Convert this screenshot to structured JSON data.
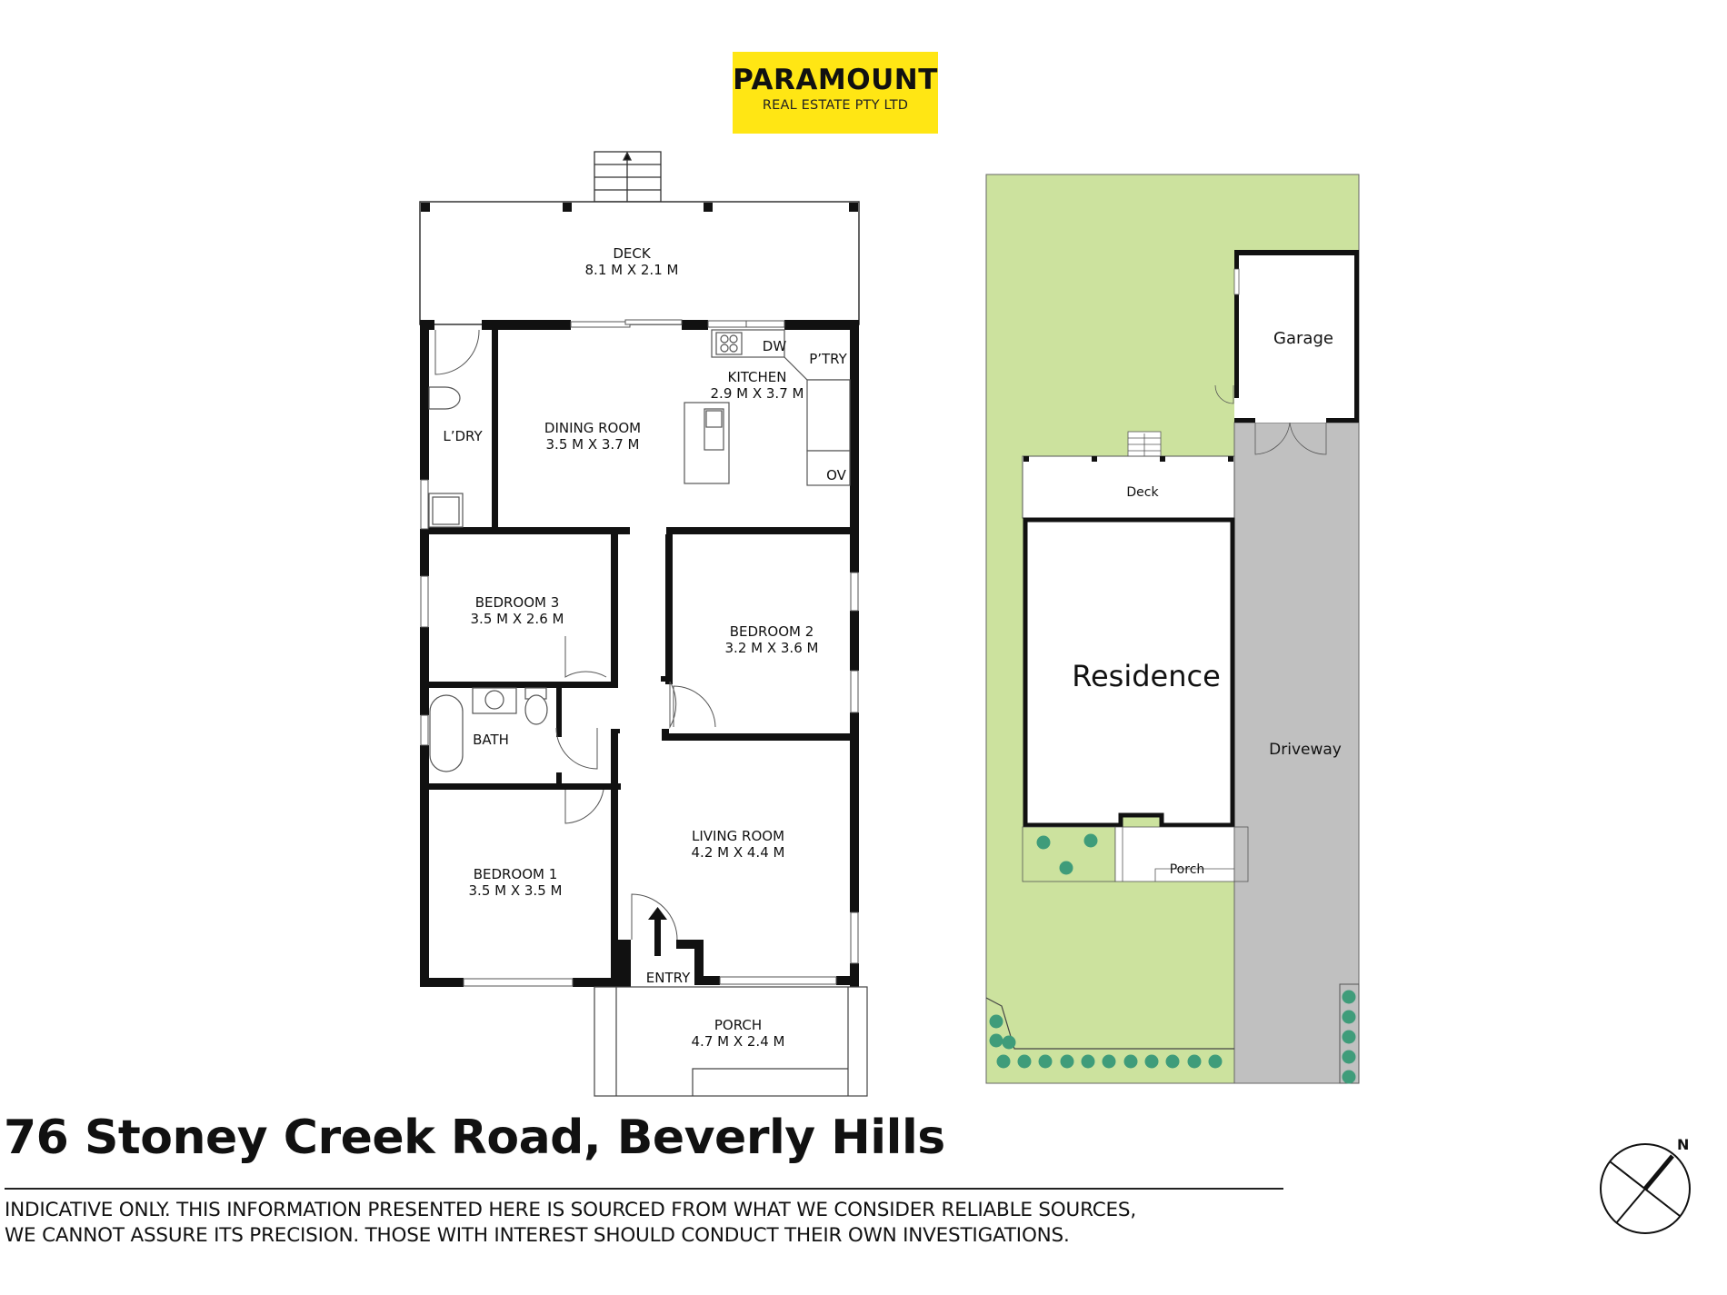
{
  "logo": {
    "brand": "PARAMOUNT",
    "subtitle": "REAL ESTATE PTY LTD",
    "background_color": "#ffe614"
  },
  "floor_plan": {
    "rooms": [
      {
        "id": "deck",
        "name": "DECK",
        "dims": "8.1 M X 2.1 M"
      },
      {
        "id": "kitchen",
        "name": "KITCHEN",
        "dims": "2.9 M X 3.7 M"
      },
      {
        "id": "dining",
        "name": "DINING ROOM",
        "dims": "3.5 M X 3.7 M"
      },
      {
        "id": "laundry",
        "name": "L’DRY",
        "dims": ""
      },
      {
        "id": "bedroom3",
        "name": "BEDROOM 3",
        "dims": "3.5 M X 2.6 M"
      },
      {
        "id": "bedroom2",
        "name": "BEDROOM 2",
        "dims": "3.2 M X 3.6 M"
      },
      {
        "id": "bath",
        "name": "BATH",
        "dims": ""
      },
      {
        "id": "living",
        "name": "LIVING ROOM",
        "dims": "4.2 M X 4.4 M"
      },
      {
        "id": "bedroom1",
        "name": "BEDROOM 1",
        "dims": "3.5 M X 3.5 M"
      },
      {
        "id": "porch",
        "name": "PORCH",
        "dims": "4.7 M X 2.4 M"
      }
    ],
    "fixtures": {
      "dishwasher": "DW",
      "pantry": "P’TRY",
      "oven": "OV",
      "entry": "ENTRY"
    }
  },
  "site_plan": {
    "labels": {
      "garage": "Garage",
      "deck": "Deck",
      "residence": "Residence",
      "driveway": "Driveway",
      "porch": "Porch"
    },
    "colors": {
      "lawn": "#cce29e",
      "driveway": "#c0c0c0",
      "tree": "#3f9c7a"
    }
  },
  "footer": {
    "address": "76 Stoney Creek Road, Beverly Hills",
    "disclaimer_line1": "INDICATIVE ONLY. THIS INFORMATION PRESENTED HERE IS SOURCED FROM WHAT WE CONSIDER RELIABLE SOURCES,",
    "disclaimer_line2": "WE CANNOT ASSURE ITS PRECISION. THOSE WITH INTEREST SHOULD CONDUCT THEIR OWN INVESTIGATIONS."
  },
  "compass": {
    "north_label": "N"
  }
}
